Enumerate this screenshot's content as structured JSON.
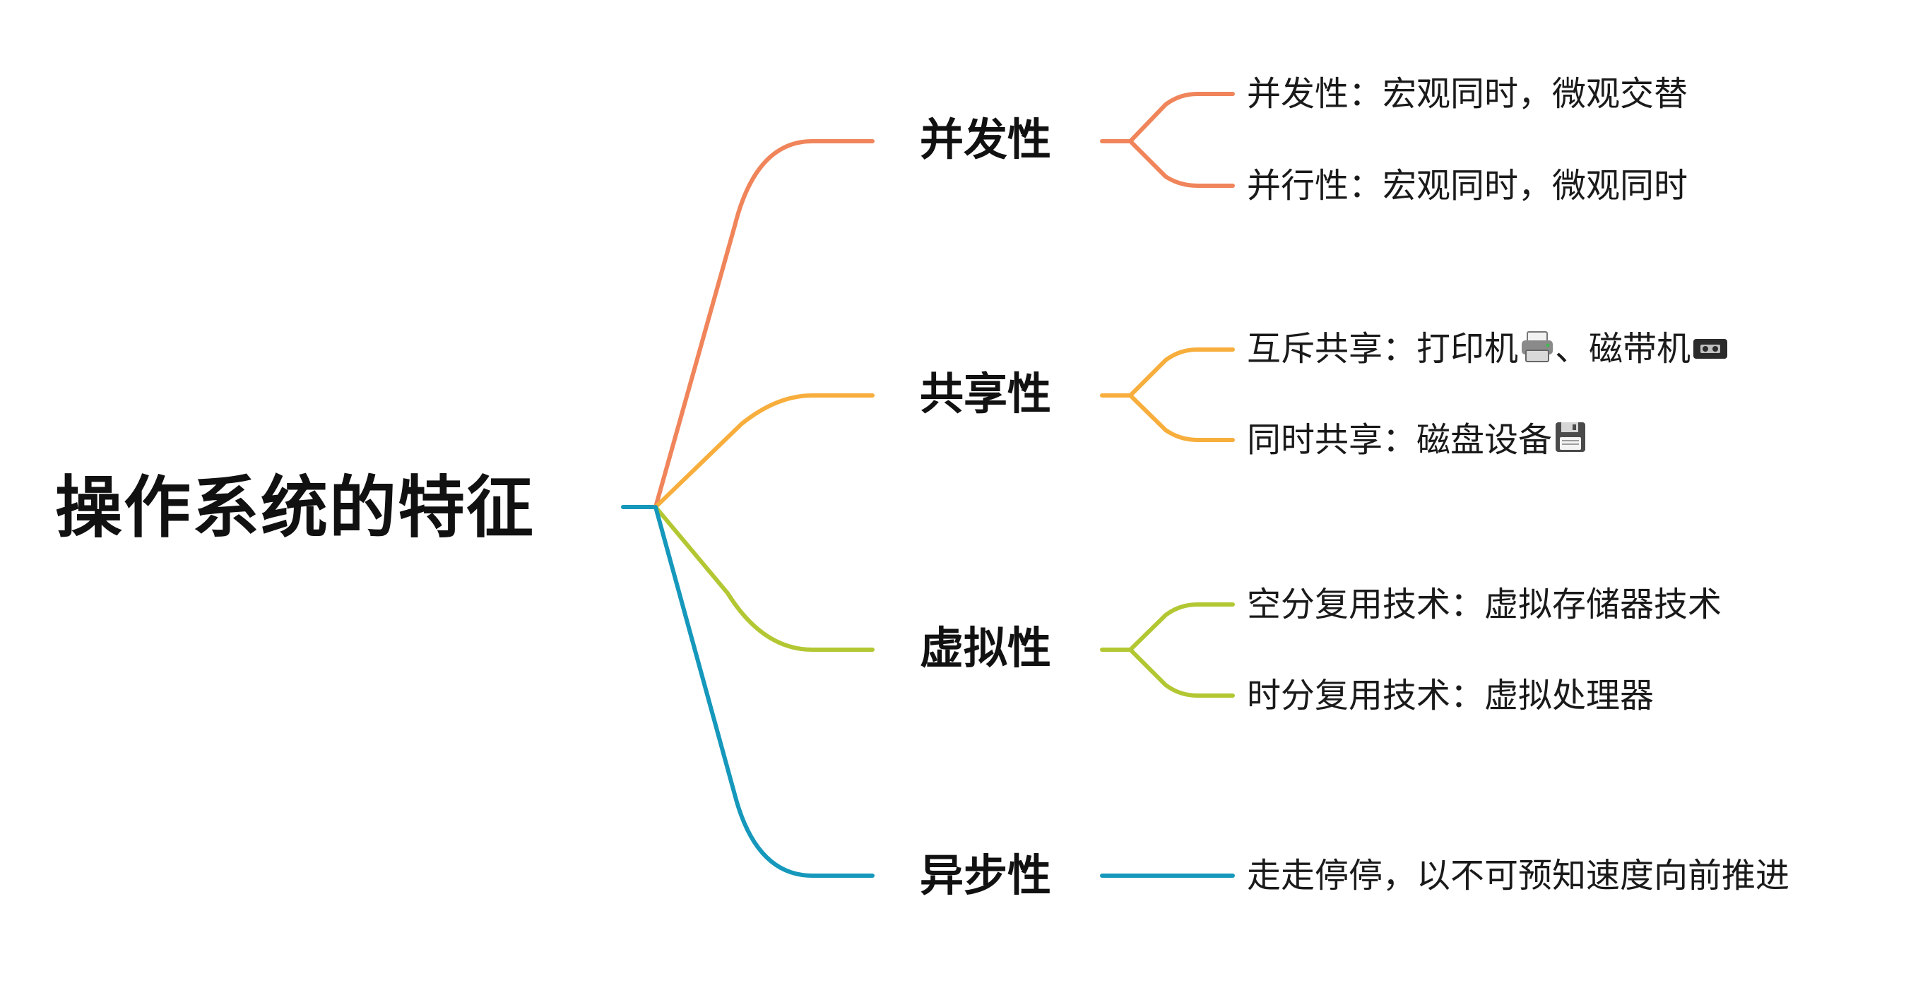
{
  "root": {
    "label": "操作系统的特征"
  },
  "branches": [
    {
      "label": "并发性",
      "color": "#F0845A",
      "children": [
        {
          "text": "并发性：宏观同时，微观交替"
        },
        {
          "text": "并行性：宏观同时，微观同时"
        }
      ]
    },
    {
      "label": "共享性",
      "color": "#F7AE3C",
      "children": [
        {
          "text": "互斥共享：打印机",
          "icons": [
            "printer-icon",
            "videocassette-icon"
          ],
          "between": "、",
          "tail": "磁带机"
        },
        {
          "text": "同时共享：磁盘设备",
          "icons": [
            "floppy-disk-icon"
          ]
        }
      ]
    },
    {
      "label": "虚拟性",
      "color": "#B3C733",
      "children": [
        {
          "text": "空分复用技术：虚拟存储器技术"
        },
        {
          "text": "时分复用技术：虚拟处理器"
        }
      ]
    },
    {
      "label": "异步性",
      "color": "#1598BB",
      "children": [
        {
          "text": "走走停停，以不可预知速度向前推进"
        }
      ]
    }
  ],
  "colors": {
    "root_stub": "#1598BB",
    "text": "#111111"
  }
}
